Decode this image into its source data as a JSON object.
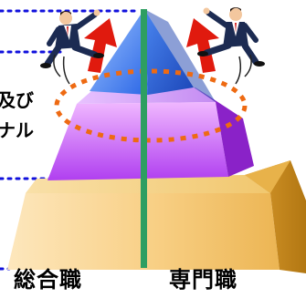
{
  "labels": {
    "left": "総合職",
    "right": "専門職",
    "edge_top": "及び",
    "edge_bottom": "ナル"
  }
}
